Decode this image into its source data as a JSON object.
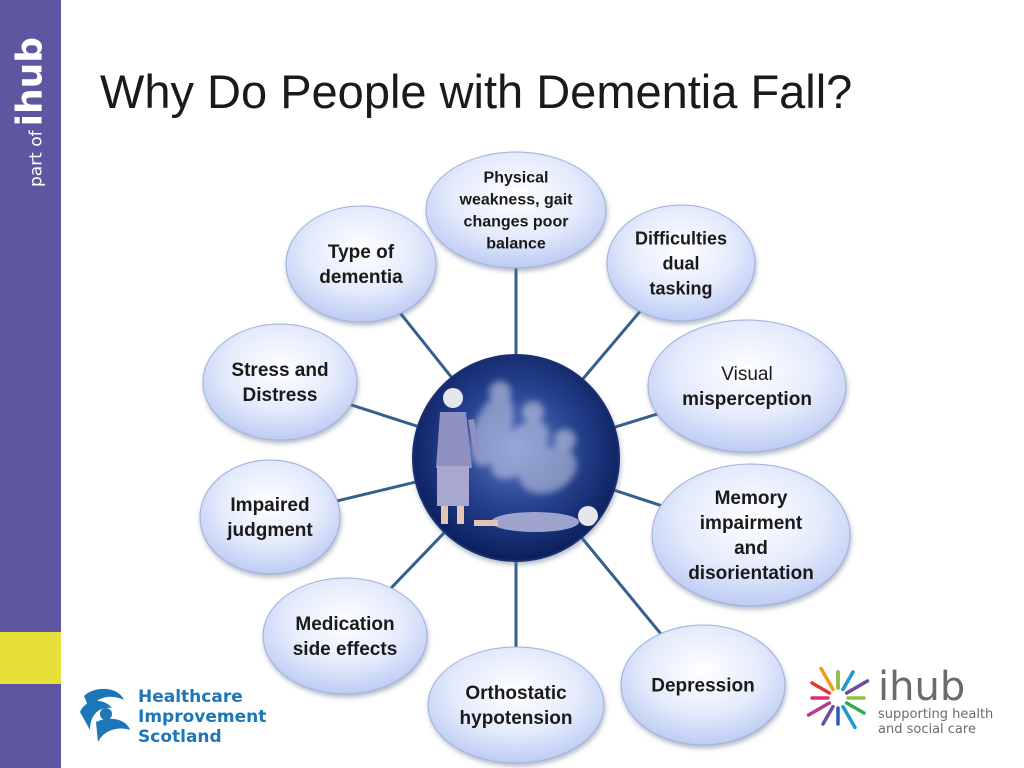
{
  "title": "Why Do People with Dementia Fall?",
  "sidebar": {
    "brand_prefix": "part of",
    "brand_name": "ihub"
  },
  "diagram": {
    "center_image": "elderly-woman-falling-illustration",
    "nodes": [
      {
        "id": "physical",
        "lines": [
          {
            "text": "Physical",
            "bold": true
          },
          {
            "text": "weakness, gait",
            "bold": true
          },
          {
            "text": "changes  poor",
            "bold": true
          },
          {
            "text": "balance",
            "bold": true
          }
        ]
      },
      {
        "id": "dual-tasking",
        "lines": [
          {
            "text": "Difficulties",
            "bold": true
          },
          {
            "text": "dual",
            "bold": true
          },
          {
            "text": "tasking",
            "bold": true
          }
        ]
      },
      {
        "id": "visual",
        "lines": [
          {
            "text": "Visual",
            "bold": false
          },
          {
            "text": "misperception",
            "bold": true
          }
        ]
      },
      {
        "id": "memory",
        "lines": [
          {
            "text": "Memory",
            "bold": true
          },
          {
            "text": "impairment",
            "bold": true
          },
          {
            "text": "and",
            "bold": true
          },
          {
            "text": "disorientation",
            "bold": true
          }
        ]
      },
      {
        "id": "depression",
        "lines": [
          {
            "text": "Depression",
            "bold": true
          }
        ]
      },
      {
        "id": "orthostatic",
        "lines": [
          {
            "text": "Orthostatic",
            "bold": true
          },
          {
            "text": "hypotension",
            "bold": true
          }
        ]
      },
      {
        "id": "medication",
        "lines": [
          {
            "text": "Medication",
            "bold": true
          },
          {
            "text": "side effects",
            "bold": true
          }
        ]
      },
      {
        "id": "judgment",
        "lines": [
          {
            "text": "Impaired",
            "bold": true
          },
          {
            "text": "judgment",
            "bold": true
          }
        ]
      },
      {
        "id": "stress",
        "lines": [
          {
            "text": "Stress and",
            "bold": true
          },
          {
            "text": "Distress",
            "bold": true
          }
        ]
      },
      {
        "id": "dementia-type",
        "lines": [
          {
            "text": "Type of",
            "bold": true
          },
          {
            "text": "dementia",
            "bold": true
          }
        ]
      }
    ]
  },
  "logos": {
    "his": {
      "line1": "Healthcare",
      "line2": "Improvement",
      "line3": "Scotland",
      "color": "#1b77b7"
    },
    "ihub": {
      "name": "ihub",
      "tagline1": "supporting health",
      "tagline2": "and social care",
      "color": "#6b6b6b"
    }
  },
  "colors": {
    "sidebar": "#5f56a2",
    "sidebar_accent": "#e8e03a",
    "connector": "#35608d",
    "node_fill_light": "#ffffff",
    "node_fill_dark": "#b8c8f2",
    "center_dark": "#0b1f5c",
    "center_light": "#5a77c5"
  }
}
